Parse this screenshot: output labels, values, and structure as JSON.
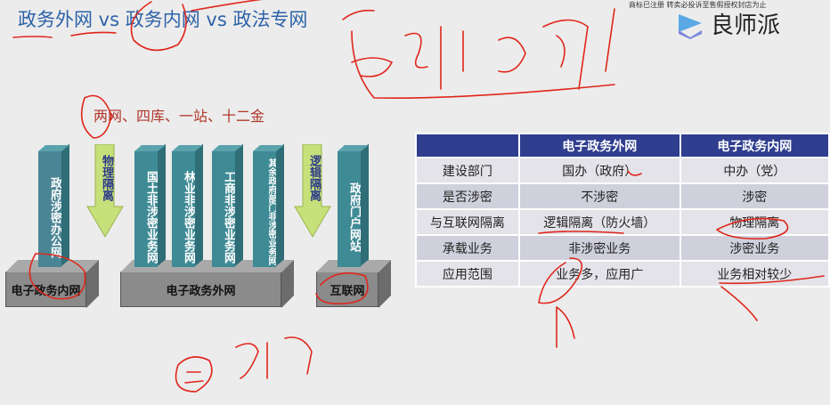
{
  "header": {
    "title": "政务外网 vs 政务内网 vs 政法专网",
    "notice": "商标已注册 转卖必投诉至售假授权封店为止",
    "logo": "良师派"
  },
  "diagram": {
    "subtitle": "两网、四库、一站、十二金",
    "pillars": [
      "政府涉密办公网",
      "国土非涉密业务网",
      "林业非涉密业务网",
      "工商非涉密业务网",
      "其余政府部门非涉密业务网",
      "政府门户网站"
    ],
    "arrows": [
      "物理隔离",
      "逻辑隔离"
    ],
    "bases": [
      "电子政务内网",
      "电子政务外网",
      "互联网"
    ],
    "colors": {
      "pillar": "#3e8a95",
      "arrow": "#c6e07a",
      "base": "#8b8b8b"
    }
  },
  "table": {
    "headers": [
      "",
      "电子政务外网",
      "电子政务内网"
    ],
    "rows": [
      [
        "建设部门",
        "国办（政府）",
        "中办（党）"
      ],
      [
        "是否涉密",
        "不涉密",
        "涉密"
      ],
      [
        "与互联网隔离",
        "逻辑隔离（防火墙）",
        "物理隔离"
      ],
      [
        "承载业务",
        "非涉密业务",
        "涉密业务"
      ],
      [
        "应用范围",
        "业务多，应用广",
        "业务相对较少"
      ]
    ]
  }
}
